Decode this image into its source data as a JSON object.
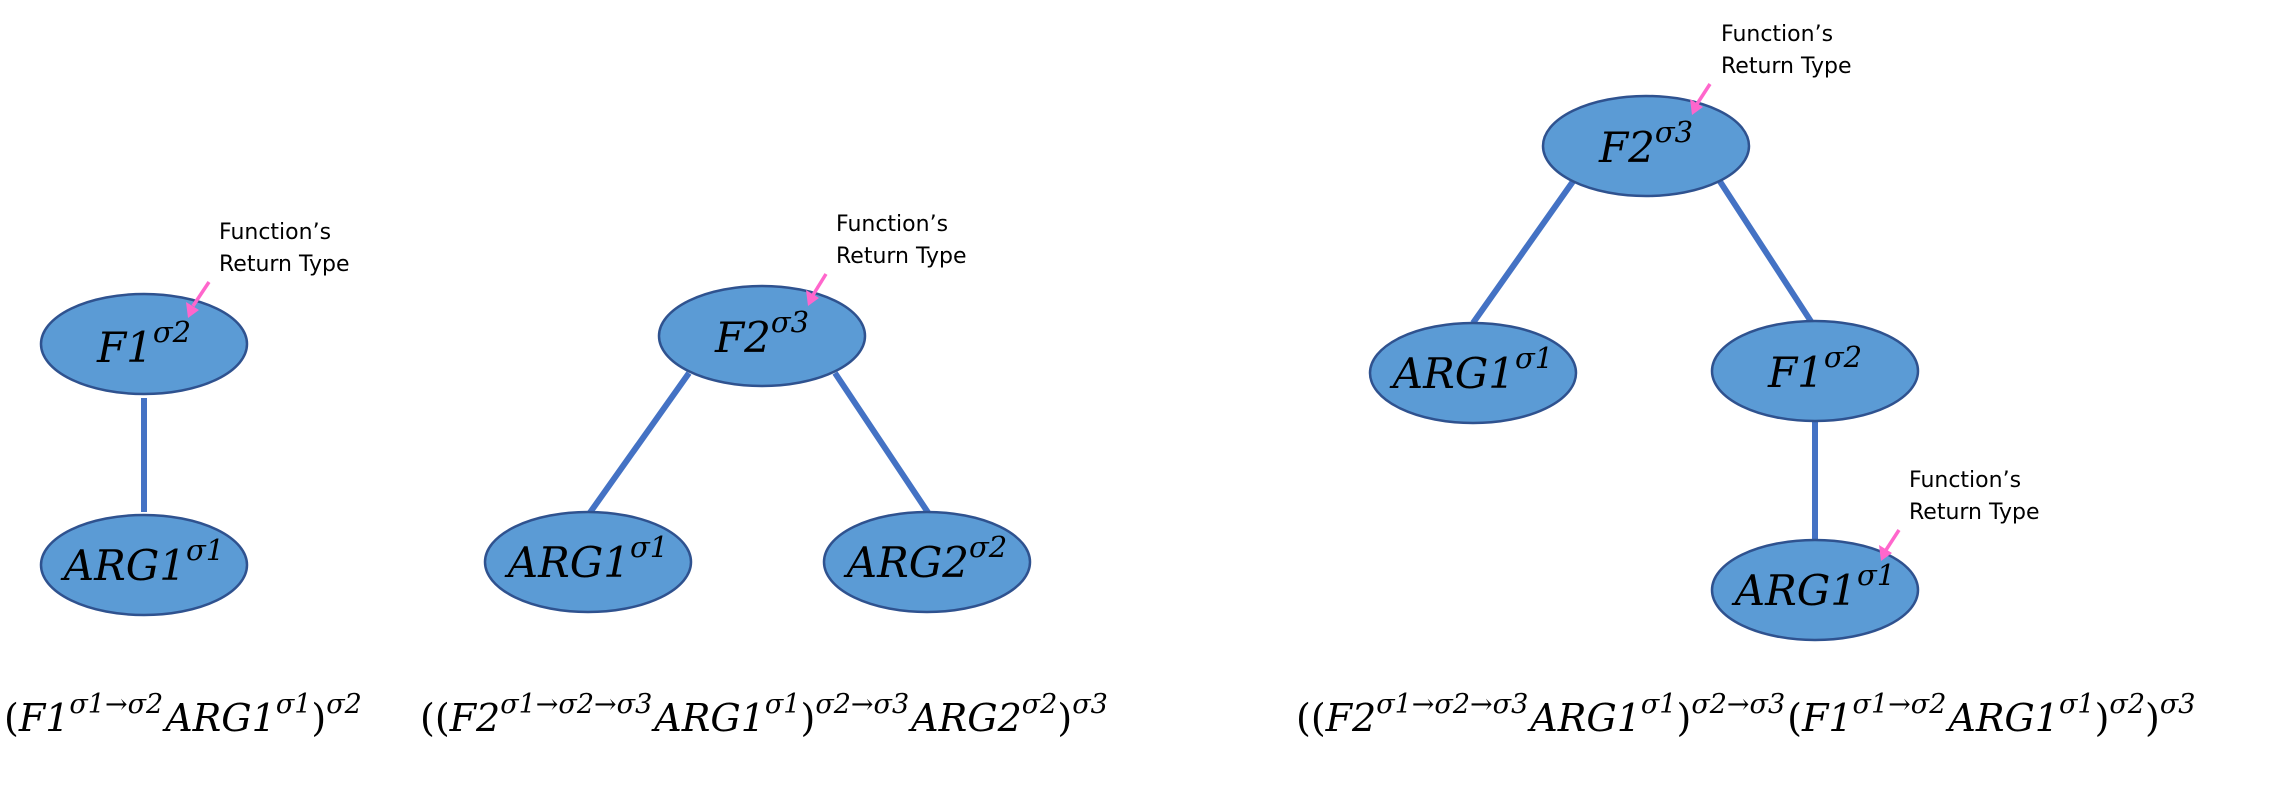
{
  "diagram": {
    "trees": [
      {
        "nodes": [
          {
            "id": "t1-f1",
            "label": "F1",
            "sup": "σ2"
          },
          {
            "id": "t1-arg1",
            "label": "ARG1",
            "sup": "σ1"
          }
        ],
        "edges": [
          [
            "t1-f1",
            "t1-arg1"
          ]
        ],
        "annotations": [
          {
            "line1": "Function’s",
            "line2": "Return Type",
            "target": "t1-f1"
          }
        ]
      },
      {
        "nodes": [
          {
            "id": "t2-f2",
            "label": "F2",
            "sup": "σ3"
          },
          {
            "id": "t2-arg1",
            "label": "ARG1",
            "sup": "σ1"
          },
          {
            "id": "t2-arg2",
            "label": "ARG2",
            "sup": "σ2"
          }
        ],
        "edges": [
          [
            "t2-f2",
            "t2-arg1"
          ],
          [
            "t2-f2",
            "t2-arg2"
          ]
        ],
        "annotations": [
          {
            "line1": "Function’s",
            "line2": "Return Type",
            "target": "t2-f2"
          }
        ]
      },
      {
        "nodes": [
          {
            "id": "t3-f2",
            "label": "F2",
            "sup": "σ3"
          },
          {
            "id": "t3-arg1",
            "label": "ARG1",
            "sup": "σ1"
          },
          {
            "id": "t3-f1",
            "label": "F1",
            "sup": "σ2"
          },
          {
            "id": "t3-arg1b",
            "label": "ARG1",
            "sup": "σ1"
          }
        ],
        "edges": [
          [
            "t3-f2",
            "t3-arg1"
          ],
          [
            "t3-f2",
            "t3-f1"
          ],
          [
            "t3-f1",
            "t3-arg1b"
          ]
        ],
        "annotations": [
          {
            "line1": "Function’s",
            "line2": "Return Type",
            "target": "t3-f2"
          },
          {
            "line1": "Function’s",
            "line2": "Return Type",
            "target": "t3-arg1b"
          }
        ]
      }
    ],
    "formulas": [
      {
        "text": "(F1^{σ1→σ2} ARG1^{σ1})^{σ2}"
      },
      {
        "text": "((F2^{σ1→σ2→σ3} ARG1^{σ1})^{σ2→σ3} ARG2^{σ2})^{σ3}"
      },
      {
        "text": "((F2^{σ1→σ2→σ3} ARG1^{σ1})^{σ2→σ3} (F1^{σ1→σ2} ARG1^{σ1})^{σ2})^{σ3}"
      }
    ]
  },
  "colors": {
    "node_fill": "#5b9bd5",
    "node_stroke": "#2f528f",
    "edge": "#4472c4",
    "annotation_arrow": "#ff66cc"
  }
}
